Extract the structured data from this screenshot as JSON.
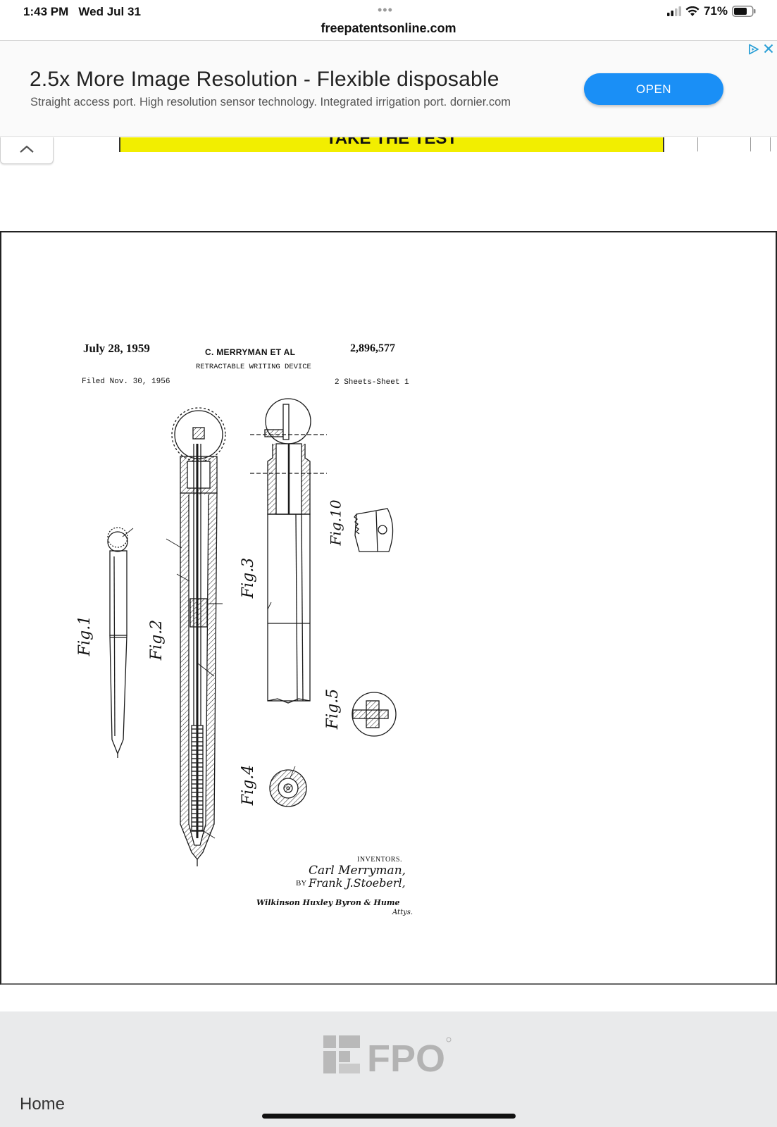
{
  "status_bar": {
    "time": "1:43 PM",
    "date": "Wed Jul 31",
    "battery": "71%"
  },
  "browser": {
    "url": "freepatentsonline.com"
  },
  "ad": {
    "headline": "2.5x More Image Resolution - Flexible disposable",
    "subtext": "Straight access port. High resolution sensor technology. Integrated irrigation port. dornier.com",
    "button_label": "OPEN"
  },
  "partial_banner": {
    "text": "TAKE THE TEST"
  },
  "patent": {
    "date": "July 28, 1959",
    "inventor_header": "C. MERRYMAN ET AL",
    "number": "2,896,577",
    "title": "RETRACTABLE WRITING DEVICE",
    "filed": "Filed Nov. 30, 1956",
    "sheets": "2 Sheets-Sheet 1",
    "inventors_label": "INVENTORS.",
    "inventor_1": "Carl Merryman,",
    "by": "BY",
    "inventor_2": "Frank J.Stoeberl,",
    "signature": "Wilkinson Huxley Byron & Hume",
    "attys": "Attys.",
    "figures": [
      "Fig.1",
      "Fig.2",
      "Fig.3",
      "Fig.4",
      "Fig.5",
      "Fig.10"
    ]
  },
  "footer": {
    "logo": "FPO",
    "nav_home": "Home"
  },
  "colors": {
    "ad_button": "#1a8ff6",
    "banner_yellow": "#f2ee00",
    "footer_bg": "#e9eaeb"
  }
}
